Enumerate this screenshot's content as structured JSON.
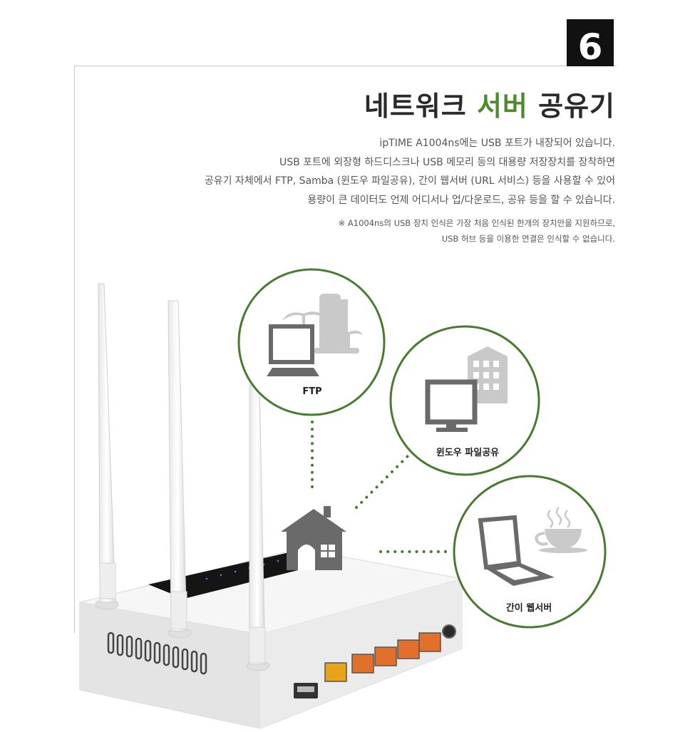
{
  "badge": {
    "number": "6"
  },
  "title": {
    "prefix": "네트워크 ",
    "highlight": "서버",
    "suffix": " 공유기"
  },
  "description": [
    "ipTIME A1004ns에는 USB 포트가 내장되어 있습니다.",
    "USB 포트에 외장형 하드디스크나 USB 메모리 등의 대용량 저장장치를 장착하면",
    "공유기 자체에서 FTP, Samba (윈도우 파일공유), 간이 웹서버 (URL 서비스) 등을 사용할 수 있어",
    "용량이 큰 데이터도 언제 어디서나 업/다운로드, 공유 등을 할 수 있습니다."
  ],
  "note": [
    "※ A1004ns의 USB 장치 인식은 가장 처음 인식된 한개의 장치만을 지원하므로,",
    "USB 허브 등을 이용한 연결은 인식할 수 없습니다."
  ],
  "circles": {
    "ftp": "FTP",
    "windows": "윈도우 파일공유",
    "web": "간이 웹서버"
  },
  "colors": {
    "accent": "#4f8a2f",
    "ring": "#4a7a30",
    "icon": "#6a6a6a"
  },
  "icons": [
    "house-icon",
    "computer-icon",
    "building-icon",
    "palm-tree-icon",
    "monitor-icon",
    "laptop-icon",
    "coffee-cup-icon"
  ]
}
